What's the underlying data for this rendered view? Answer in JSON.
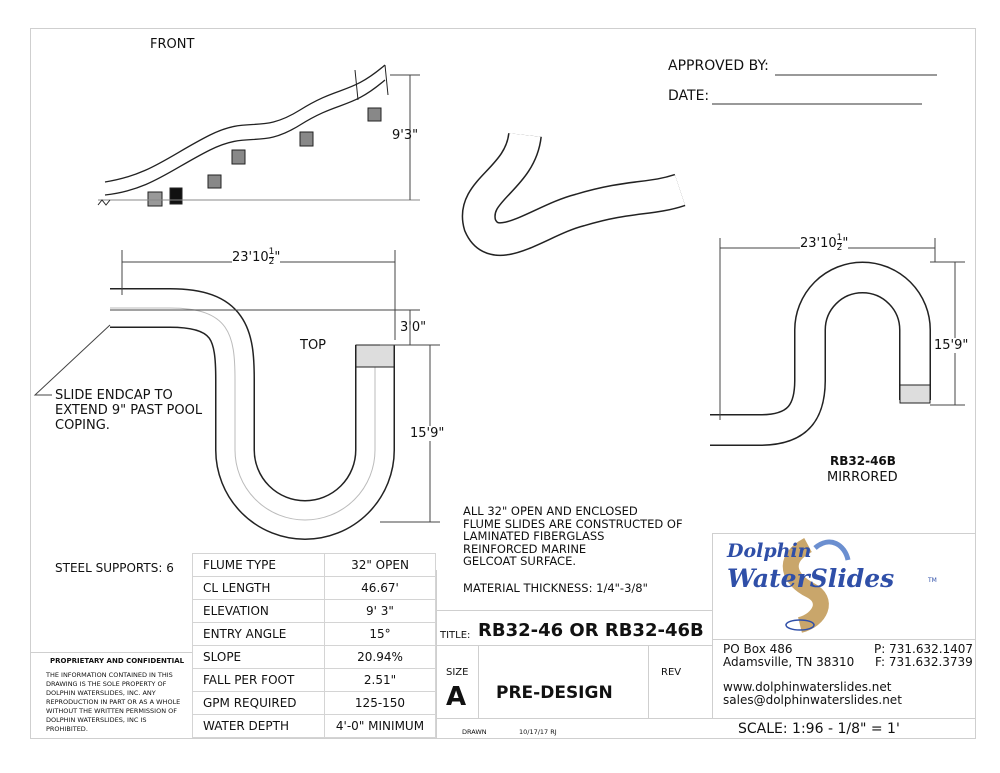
{
  "labels": {
    "front": "FRONT",
    "top": "TOP",
    "approved_by": "APPROVED BY:",
    "date": "DATE:",
    "endcap_note": [
      "SLIDE ENDCAP TO",
      "EXTEND 9\" PAST POOL",
      "COPING."
    ],
    "mirrored_model": "RB32-46B",
    "mirrored": "MIRRORED"
  },
  "dimensions": {
    "front_height": "9'3\"",
    "top_width": "23'10",
    "top_width_frac_num": "1",
    "top_width_frac_den": "2",
    "top_offset": "3'0\"",
    "top_depth": "15'9\"",
    "mirror_width": "23'10",
    "mirror_depth": "15'9\"",
    "inch_mark": "\""
  },
  "steel_supports": "STEEL SUPPORTS:  6",
  "specs": [
    {
      "label": "FLUME TYPE",
      "value": "32\" OPEN"
    },
    {
      "label": "CL LENGTH",
      "value": "46.67'"
    },
    {
      "label": "ELEVATION",
      "value": "9' 3\""
    },
    {
      "label": "ENTRY ANGLE",
      "value": "15°"
    },
    {
      "label": "SLOPE",
      "value": "20.94%"
    },
    {
      "label": "FALL PER FOOT",
      "value": "2.51\""
    },
    {
      "label": "GPM REQUIRED",
      "value": "125-150"
    },
    {
      "label": "WATER DEPTH",
      "value": "4'-0\" MINIMUM"
    }
  ],
  "proprietary": {
    "heading": "PROPRIETARY AND CONFIDENTIAL",
    "body": [
      "THE INFORMATION CONTAINED IN THIS",
      "DRAWING IS THE SOLE PROPERTY OF",
      "DOLPHIN WATERSLIDES, INC.  ANY",
      "REPRODUCTION IN PART OR AS A WHOLE",
      "WITHOUT THE WRITTEN PERMISSION OF",
      "DOLPHIN WATERSLIDES, INC IS",
      "PROHIBITED."
    ]
  },
  "notes": [
    "ALL 32\" OPEN AND ENCLOSED",
    "FLUME SLIDES ARE CONSTRUCTED OF",
    "LAMINATED FIBERGLASS",
    "REINFORCED MARINE",
    "GELCOAT SURFACE."
  ],
  "material_thickness": "MATERIAL THICKNESS: 1/4\"-3/8\"",
  "title_block": {
    "title_label": "TITLE:",
    "title": "RB32-46 OR RB32-46B",
    "size_label": "SIZE",
    "size": "A",
    "status": "PRE-DESIGN",
    "rev_label": "REV",
    "drawn_label": "DRAWN",
    "drawn_value": "10/17/17 RJ",
    "scale": "SCALE: 1:96 - 1/8\" = 1'"
  },
  "company": {
    "logo_line1": "Dolphin",
    "logo_line2": "WaterSlides",
    "tm": "TM",
    "po_box": "PO Box 486",
    "city": "Adamsville, TN 38310",
    "phone": "P: 731.632.1407",
    "fax": "F: 731.632.3739",
    "web": "www.dolphinwaterslides.net",
    "email": "sales@dolphinwaterslides.net",
    "brand_blue": "#2f4fa8",
    "slide_tan": "#c9a66b"
  }
}
